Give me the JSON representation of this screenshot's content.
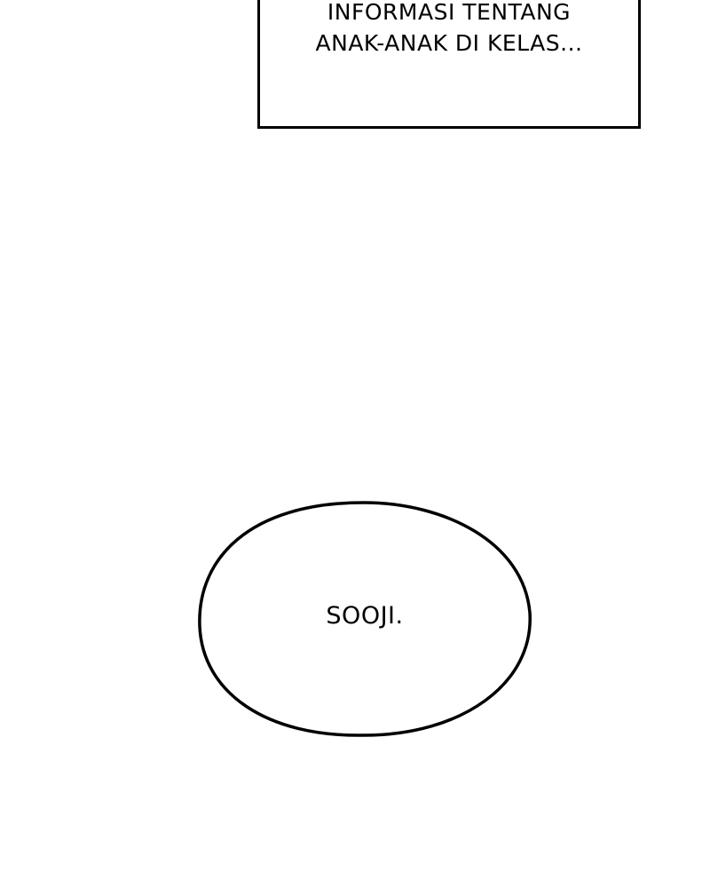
{
  "caption": {
    "line1": "INFORMASI TENTANG",
    "line2": "ANAK-ANAK DI KELAS..."
  },
  "speech_bubble": {
    "text": "SOOJI."
  },
  "colors": {
    "background": "#ffffff",
    "ink": "#000000"
  }
}
